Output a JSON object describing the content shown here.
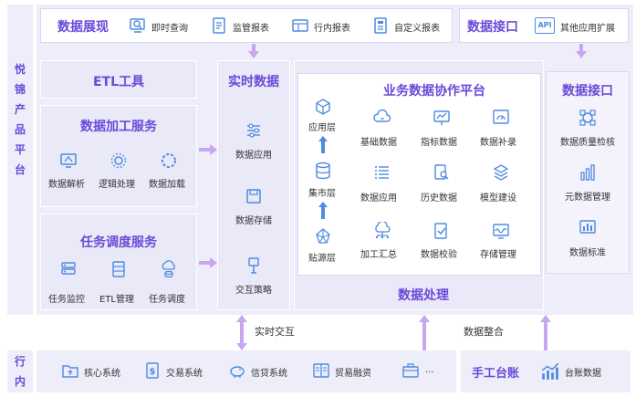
{
  "colors": {
    "accent": "#6a4ad8",
    "icon": "#4e8be0",
    "panel": "#eeeefa",
    "arrow": "#c7a6ef"
  },
  "left_vertical": [
    "悦",
    "锦",
    "产",
    "品",
    "平",
    "台"
  ],
  "bottom_vertical": [
    "行",
    "内"
  ],
  "top": {
    "title": "数据展现",
    "items": [
      {
        "label": "即时查询",
        "icon": "search-monitor-icon"
      },
      {
        "label": "监管报表",
        "icon": "report-doc-icon"
      },
      {
        "label": "行内报表",
        "icon": "table-report-icon"
      },
      {
        "label": "自定义报表",
        "icon": "custom-report-icon"
      }
    ],
    "right_title": "数据接口",
    "right_item": {
      "label": "其他应用扩展",
      "icon": "api-icon",
      "api_text": "API"
    }
  },
  "etl": {
    "title": "ETL工具"
  },
  "processing_service": {
    "title": "数据加工服务",
    "items": [
      {
        "label": "数据解析",
        "icon": "parse-monitor-icon"
      },
      {
        "label": "逻辑处理",
        "icon": "logic-gear-icon"
      },
      {
        "label": "数据加载",
        "icon": "loading-icon"
      }
    ]
  },
  "scheduling_service": {
    "title": "任务调度服务",
    "items": [
      {
        "label": "任务监控",
        "icon": "server-monitor-icon"
      },
      {
        "label": "ETL管理",
        "icon": "server-stack-icon"
      },
      {
        "label": "任务调度",
        "icon": "cloud-db-icon"
      }
    ]
  },
  "realtime": {
    "title": "实时数据",
    "items": [
      {
        "label": "数据应用",
        "icon": "sliders-icon"
      },
      {
        "label": "数据存储",
        "icon": "storage-icon"
      },
      {
        "label": "交互策略",
        "icon": "strategy-icon"
      }
    ]
  },
  "platform": {
    "title": "业务数据协作平台",
    "layers": [
      {
        "label": "应用层",
        "icon": "cube-icon"
      },
      {
        "label": "集市层",
        "icon": "database-icon"
      },
      {
        "label": "贴源层",
        "icon": "network-icon"
      }
    ],
    "grid": [
      {
        "label": "基础数据",
        "icon": "cloud-data-icon"
      },
      {
        "label": "指标数据",
        "icon": "chart-board-icon"
      },
      {
        "label": "数据补录",
        "icon": "gauge-screen-icon"
      },
      {
        "label": "数据应用",
        "icon": "list-icon"
      },
      {
        "label": "历史数据",
        "icon": "search-doc-icon"
      },
      {
        "label": "模型建设",
        "icon": "model-icon"
      },
      {
        "label": "加工汇总",
        "icon": "cloud-network-icon"
      },
      {
        "label": "数据校验",
        "icon": "check-doc-icon"
      },
      {
        "label": "存储管理",
        "icon": "wave-screen-icon"
      }
    ],
    "footer": "数据处理"
  },
  "interface": {
    "title": "数据接口",
    "items": [
      {
        "label": "数据质量检核",
        "icon": "quality-icon"
      },
      {
        "label": "元数据管理",
        "icon": "bar-chart-icon"
      },
      {
        "label": "数据标准",
        "icon": "standard-icon"
      }
    ]
  },
  "connectors": {
    "realtime_label": "实时交互",
    "integration_label": "数据整合"
  },
  "bottom": {
    "items": [
      {
        "label": "核心系统",
        "icon": "folder-icon"
      },
      {
        "label": "交易系统",
        "icon": "money-doc-icon"
      },
      {
        "label": "信贷系统",
        "icon": "piggy-icon"
      },
      {
        "label": "贸易融资",
        "icon": "ledger-icon"
      },
      {
        "label": "...",
        "icon": "briefcase-icon"
      }
    ],
    "manual_title": "手工台账",
    "manual_item": {
      "label": "台账数据",
      "icon": "trend-icon"
    }
  }
}
